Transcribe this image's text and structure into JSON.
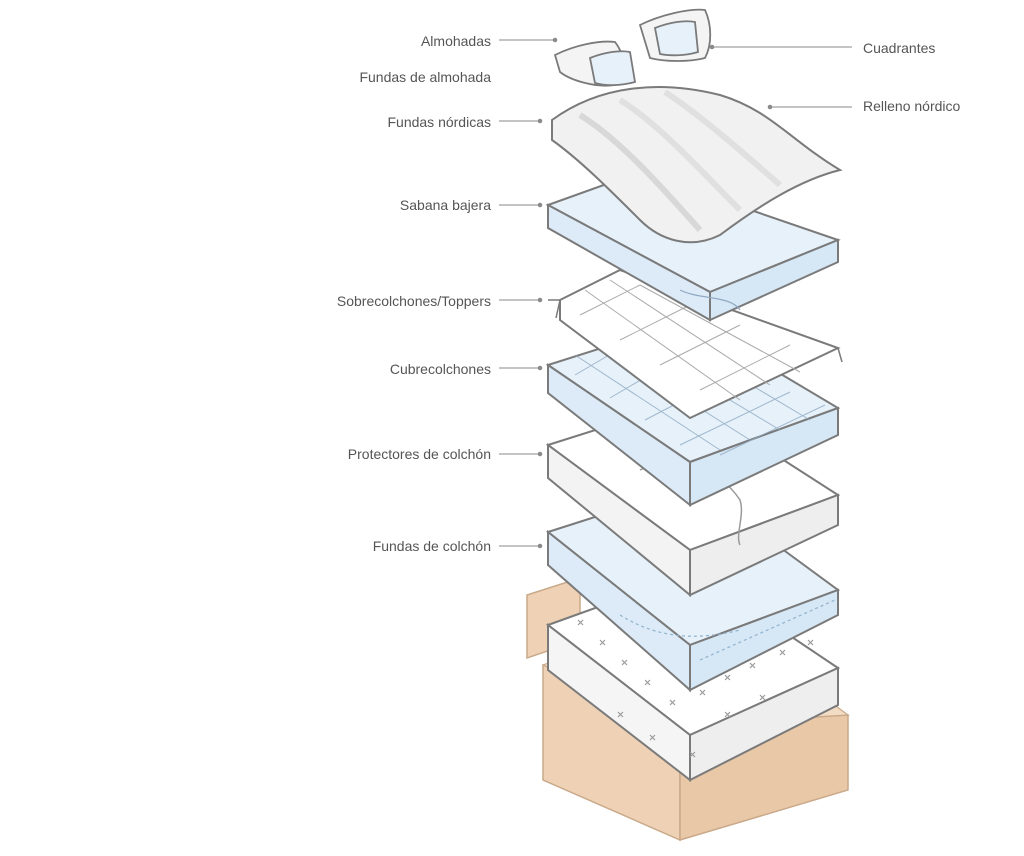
{
  "labels": {
    "almohadas": "Almohadas",
    "fundas_almohada": "Fundas de almohada",
    "fundas_nordicas": "Fundas nórdicas",
    "sabana_bajera": "Sabana bajera",
    "sobrecolchones": "Sobrecolchones/Toppers",
    "cubrecolchones": "Cubrecolchones",
    "protectores": "Protectores de colchón",
    "fundas_colchon": "Fundas de colchón",
    "cuadrantes": "Cuadrantes",
    "relleno": "Relleno nórdico"
  },
  "colors": {
    "outline": "#7a7a7a",
    "light_blue": "#e6f1fa",
    "pale_gray": "#f1f1f1",
    "base_tan": "#efd2b5",
    "base_edge": "#c9a98a",
    "leader": "#8a8a8a"
  }
}
